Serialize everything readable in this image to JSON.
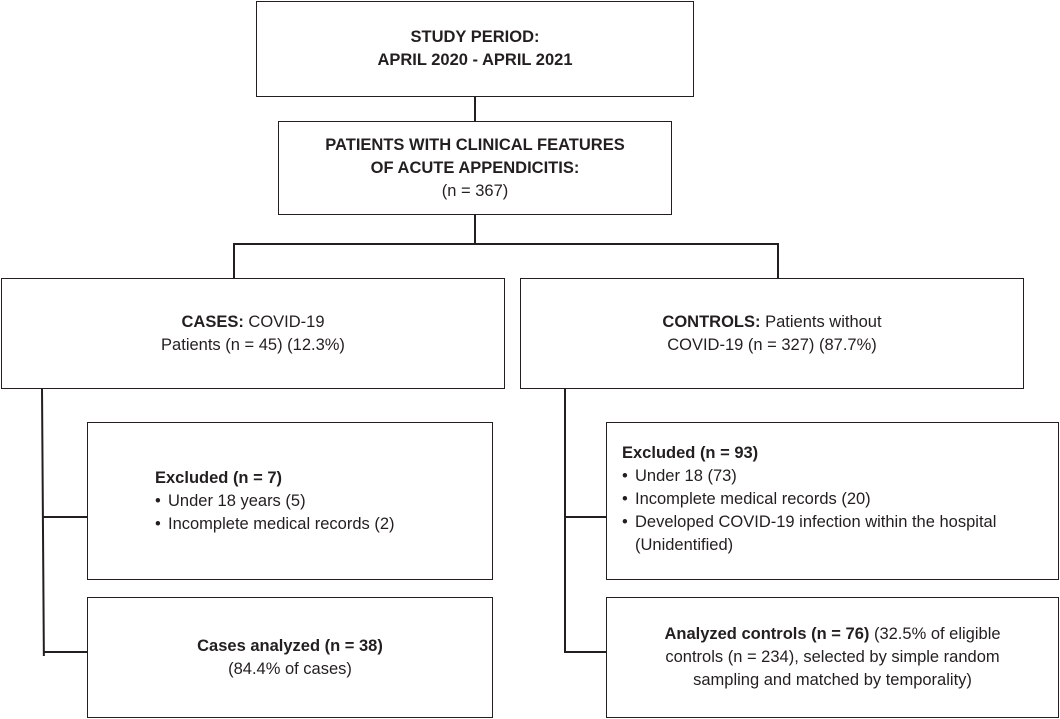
{
  "study_period": {
    "line1": "STUDY PERIOD:",
    "line2": "APRIL 2020 - APRIL 2021"
  },
  "patients": {
    "line1": "PATIENTS WITH CLINICAL FEATURES",
    "line2": "OF ACUTE APPENDICITIS:",
    "count": "(n = 367)"
  },
  "cases": {
    "label": "CASES:",
    "line1_rest": " COVID-19",
    "line2": "Patients (n = 45) (12.3%)"
  },
  "controls": {
    "label": "CONTROLS:",
    "line1_rest": " Patients without",
    "line2": "COVID-19 (n = 327) (87.7%)"
  },
  "cases_excluded": {
    "title": "Excluded (n = 7)",
    "items": [
      "Under 18 years (5)",
      "Incomplete medical records (2)"
    ]
  },
  "controls_excluded": {
    "title": "Excluded (n = 93)",
    "items": [
      "Under 18 (73)",
      "Incomplete medical records (20)",
      "Developed COVID-19 infection within the hospital"
    ],
    "item3_cont": "(Unidentified)"
  },
  "cases_analyzed": {
    "title": "Cases analyzed (n = 38)",
    "line2": "(84.4% of cases)"
  },
  "controls_analyzed": {
    "title": "Analyzed controls (n = 76)",
    "line1_rest": " (32.5% of eligible",
    "line2": "controls (n = 234), selected by simple random",
    "line3": "sampling and matched by temporality)"
  },
  "bullet": "•"
}
